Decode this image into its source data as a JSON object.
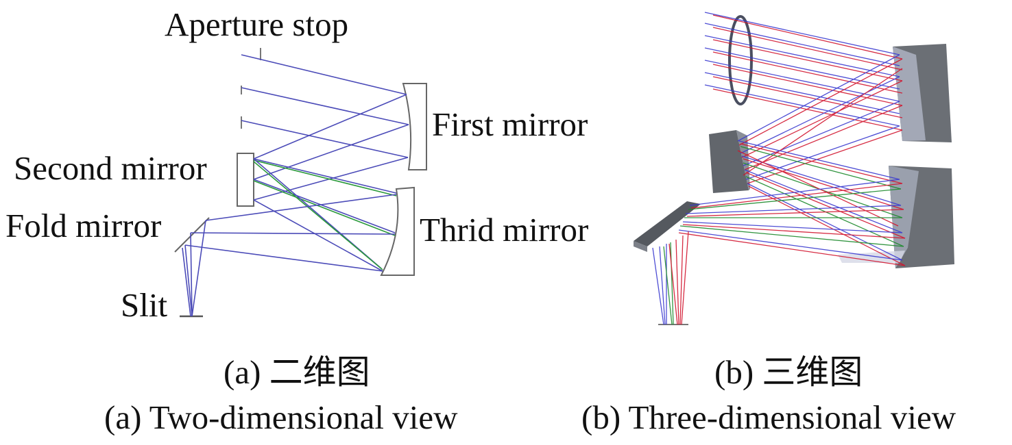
{
  "panel_2d": {
    "labels": {
      "aperture_stop": "Aperture stop",
      "first_mirror": "First mirror",
      "second_mirror": "Second mirror",
      "fold_mirror": "Fold mirror",
      "third_mirror": "Thrid mirror",
      "slit": "Slit"
    },
    "caption_cn": "(a) 二维图",
    "caption_en": "(a) Two-dimensional view"
  },
  "panel_3d": {
    "caption_cn": "(b) 三维图",
    "caption_en": "(b) Three-dimensional view"
  },
  "colors": {
    "ray_blue": "#3a3ad0",
    "ray_red": "#d2152e",
    "ray_green": "#1c8a2c",
    "mirror_3d": "#6b6f75"
  }
}
